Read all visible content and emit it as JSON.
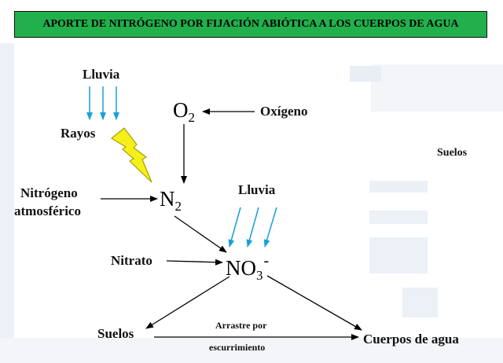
{
  "title": "APORTE DE NITRÓGENO POR FIJACIÓN ABIÓTICA A LOS CUERPOS DE AGUA",
  "nodes": {
    "lluvia_top": "Lluvia",
    "rayos": "Rayos",
    "oxigeno": "Oxígeno",
    "o2": {
      "base": "O",
      "sub": "2"
    },
    "nitrogeno_atm_line1": "Nitrógeno",
    "nitrogeno_atm_line2": "atmosférico",
    "n2": {
      "base": "N",
      "sub": "2"
    },
    "lluvia_right": "Lluvia",
    "nitrato": "Nitrato",
    "no3": {
      "base": "NO",
      "sub": "3",
      "sup": "-"
    },
    "suelos_bottom": "Suelos",
    "cuerpos_agua": "Cuerpos de agua",
    "suelos_side": "Suelos"
  },
  "edge_labels": {
    "arrastre_line1": "Arrastre por",
    "arrastre_line2": "escurrimiento"
  },
  "colors": {
    "title_bg": "#22b04c",
    "rain": "#1a9fd6",
    "lightning_fill": "#f5f01a",
    "lightning_stroke": "#a9a000",
    "arrow": "#000000"
  },
  "icons": [
    "lightning-bolt-icon",
    "rain-arrow-icon"
  ]
}
